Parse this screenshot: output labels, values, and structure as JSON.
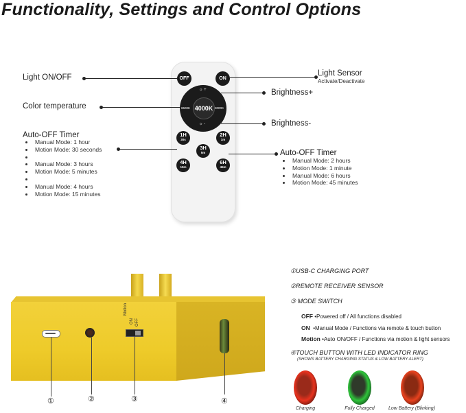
{
  "title": "Functionality, Settings and Control Options",
  "remote": {
    "off": "OFF",
    "on": "ON",
    "brightness_up_sym": "☼ +",
    "brightness_down_sym": "☼ -",
    "center": "4000K",
    "left_temp": "6500K",
    "right_temp": "3000K",
    "timers": [
      {
        "a": "1H",
        "b": "30s"
      },
      {
        "a": "2H",
        "b": "1m"
      },
      {
        "a": "3H",
        "b": "5m"
      },
      {
        "a": "4H",
        "b": "15m"
      },
      {
        "a": "6H",
        "b": "45m"
      }
    ]
  },
  "labels": {
    "light_on_off": "Light ON/OFF",
    "color_temp": "Color temperature",
    "light_sensor": "Light Sensor",
    "light_sensor_sub": "Activate/Deactivate",
    "brightness_plus": "Brightness+",
    "brightness_minus": "Brightness-"
  },
  "auto_off_left": {
    "title": "Auto-OFF Timer",
    "items": [
      "Manual Mode: 1 hour",
      "Motion Mode: 30 seconds",
      "",
      "Manual Mode: 3 hours",
      "Motion Mode: 5 minutes",
      "",
      "Manual Mode: 4 hours",
      "Motion Mode: 15 minutes"
    ]
  },
  "auto_off_right": {
    "title": "Auto-OFF Timer",
    "items": [
      "Manual Mode: 2 hours",
      "Motion Mode: 1 minute",
      "Manual Mode: 6 hours",
      "Motion Mode: 45 minutes"
    ]
  },
  "base": {
    "switch_label_1": "Motion",
    "switch_label_2": "ON",
    "switch_label_3": "OFF",
    "numbers": [
      "①",
      "②",
      "③",
      "④"
    ]
  },
  "legend": {
    "l1": "①USB-C CHARGING PORT",
    "l2": "②REMOTE RECEIVER SENSOR",
    "l3": "③ MODE SWITCH",
    "modes": [
      {
        "key": "OFF",
        "desc": "•Powered off / All functions disabled"
      },
      {
        "key": "ON",
        "desc": "•Manual Mode / Functions via remote & touch button"
      },
      {
        "key": "Motion",
        "desc": "•Auto ON/OFF / Functions via motion & light sensors"
      }
    ],
    "l4": "④TOUCH BUTTON WITH LED INDICATOR RING",
    "l4_sub": "(SHOWS BATTERY CHARGING STATUS & LOW BATTERY ALERT)",
    "captions": [
      "Charging",
      "Fully Charged",
      "Low Battery (Blinking)"
    ]
  },
  "colors": {
    "gold": "#eecb2a",
    "led_red": "#e8321e",
    "led_green": "#2ec43a",
    "remote_button": "#1b1b1b"
  }
}
